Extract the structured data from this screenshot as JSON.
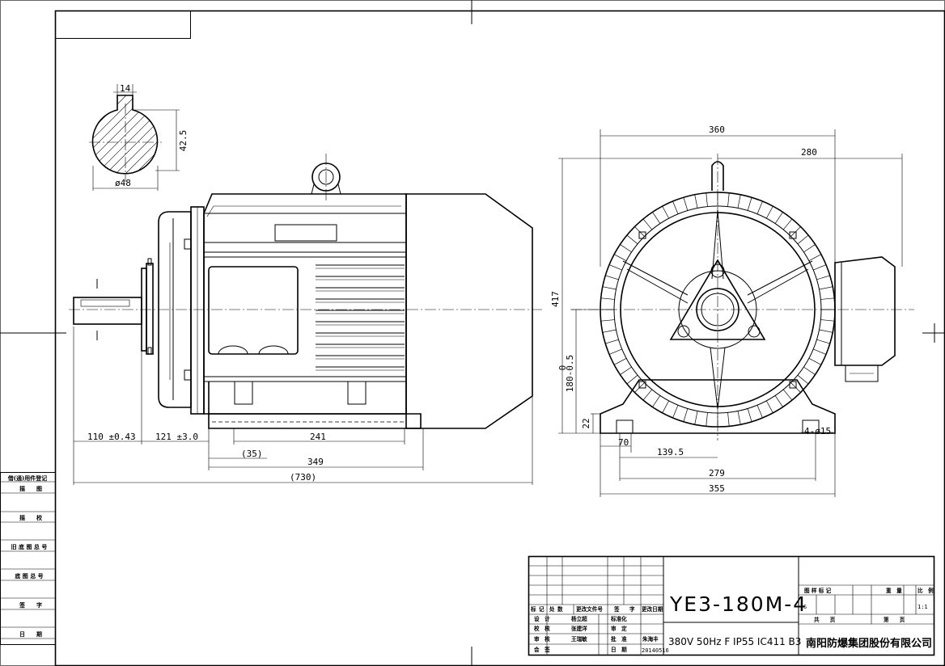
{
  "dimensions": {
    "key_width": "14",
    "key_depth": "42.5",
    "shaft_diameter": "ø48",
    "overall_width": "360",
    "flange_to_center": "280",
    "overall_height": "417",
    "shaft_height": "180-0.5",
    "shaft_height_upper": "0",
    "foot_height": "22",
    "foot_width": "70",
    "half_foot_spacing": "139.5",
    "foot_spacing": "279",
    "base_width": "355",
    "foot_holes": "4-ø15",
    "shaft_extension": "110 ±0.43",
    "shoulder_to_foot": "121 ±3.0",
    "foot_length": "241",
    "foot_offset": "(35)",
    "frame_length": "349",
    "overall_length": "(730)"
  },
  "side_panel": {
    "labels": [
      "借(通)用件登记",
      "描　　图",
      "描　　校",
      "旧 底 图 总 号",
      "底 图 总 号",
      "签　　字",
      "日　　期"
    ]
  },
  "title_block": {
    "revision_headers": [
      "标",
      "记",
      "处",
      "数",
      "更改文件号",
      "签",
      "字",
      "更改日期"
    ],
    "roles": [
      "设　计",
      "校　核",
      "审　核",
      "会　签"
    ],
    "names": [
      "杨立超",
      "张建洋",
      "王瑞敏"
    ],
    "roles2": [
      "标准化",
      "审　定",
      "批　准",
      "日　期"
    ],
    "approver": "朱海丰",
    "date": "20140516",
    "model": "YE3-180M-4",
    "spec": "380V 50Hz F IP55 IC411 B3",
    "stage_label": "图 样 标 记",
    "stage": "S",
    "weight_label": "重　量",
    "scale_label": "比　例",
    "scale": "1:1",
    "sheets_total": "共　　页",
    "sheet_no": "第　　页",
    "company": "南阳防爆集团股份有限公司"
  }
}
